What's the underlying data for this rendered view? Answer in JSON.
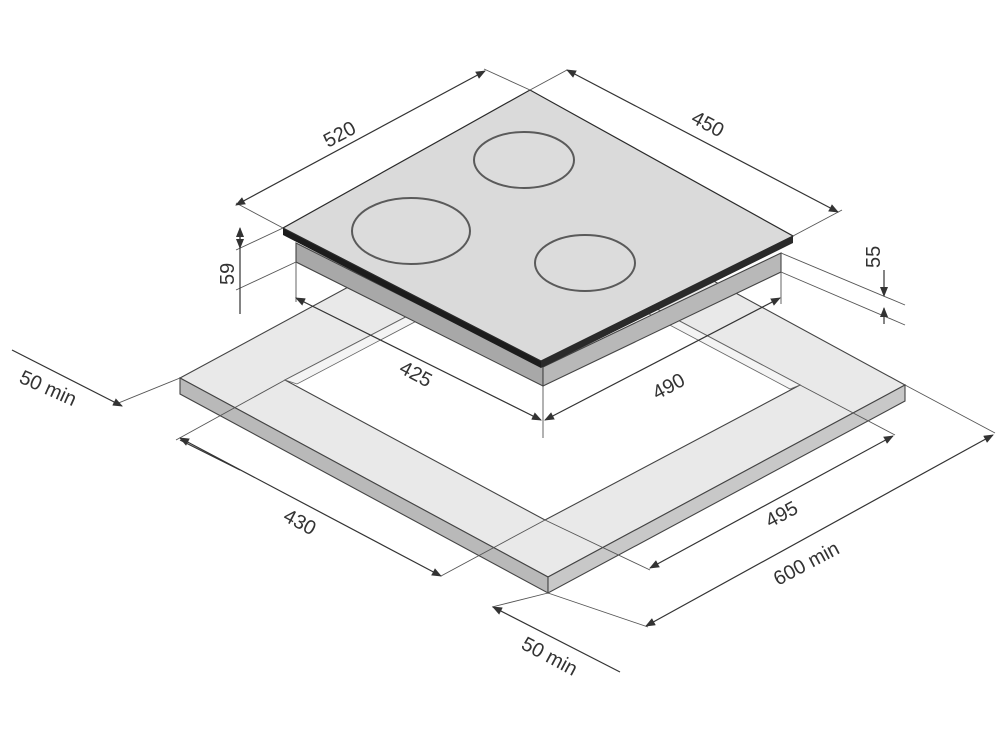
{
  "colors": {
    "background": "#ffffff",
    "countertop_top": "#e9e9e9",
    "countertop_side": "#b9b9b9",
    "hob_glass": "#dadada",
    "hob_body": "#a8a8a8",
    "hob_rim": "#1c1c1c",
    "burner": "#5a5a5a",
    "line": "#333333"
  },
  "dimensions": {
    "hob_width": "520",
    "hob_depth": "450",
    "hob_height_total": "59",
    "hob_height_body": "55",
    "cutout_depth": "425",
    "cutout_width": "490",
    "clearance_left": "50 min",
    "clearance_front": "50 min",
    "countertop_depth": "430",
    "countertop_width": "495",
    "countertop_min_width": "600 min"
  },
  "hob": {
    "burners": [
      {
        "name": "rear-burner",
        "icon": "burner-ring-icon"
      },
      {
        "name": "left-burner",
        "icon": "burner-ring-icon"
      },
      {
        "name": "right-burner",
        "icon": "burner-ring-icon"
      }
    ]
  }
}
